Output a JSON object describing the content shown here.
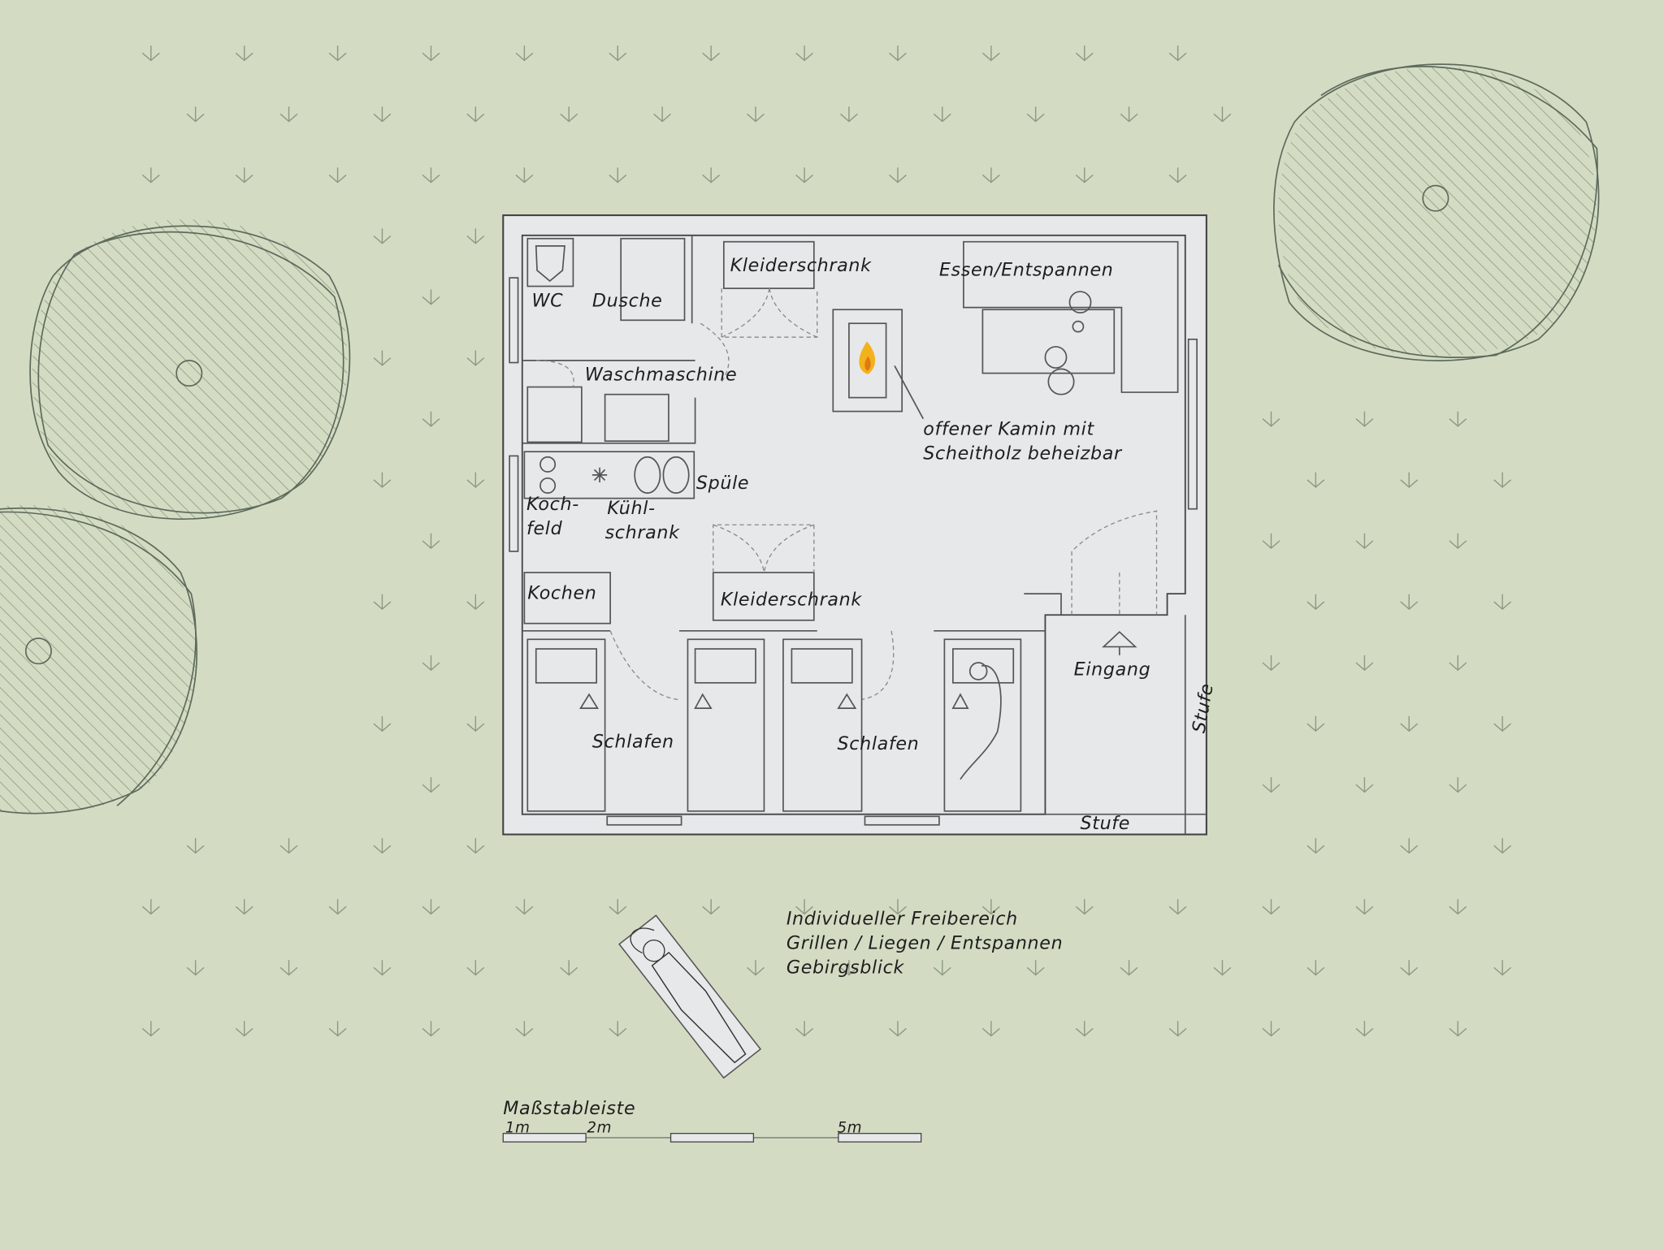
{
  "colors": {
    "background": "#d3dcc3",
    "floor": "#e6e8ea",
    "wall_line": "#444444",
    "fire": "#f2b21b",
    "grass": "#8e9a84",
    "tree": "#5e6a5c"
  },
  "rooms": {
    "wc": "WC",
    "dusche": "Dusche",
    "waschmaschine": "Waschmaschine",
    "kleiderschrank_top": "Kleiderschrank",
    "essen": "Essen/Entspannen",
    "kamin_line1": "offener Kamin mit",
    "kamin_line2": "Scheitholz beheizbar",
    "spuele": "Spüle",
    "kochfeld_line1": "Koch-",
    "kochfeld_line2": "feld",
    "kuehl_line1": "Kühl-",
    "kuehl_line2": "schrank",
    "kochen": "Kochen",
    "kleiderschrank_mid": "Kleiderschrank",
    "eingang": "Eingang",
    "stufe_side": "Stufe",
    "stufe_bottom": "Stufe",
    "schlafen_left": "Schlafen",
    "schlafen_right": "Schlafen"
  },
  "outdoor": {
    "line1": "Individueller Freibereich",
    "line2": "Grillen / Liegen / Entspannen",
    "line3": "Gebirgsblick"
  },
  "scale_bar": {
    "title": "Maßstableiste",
    "ticks": [
      "1m",
      "2m",
      "5m"
    ]
  }
}
